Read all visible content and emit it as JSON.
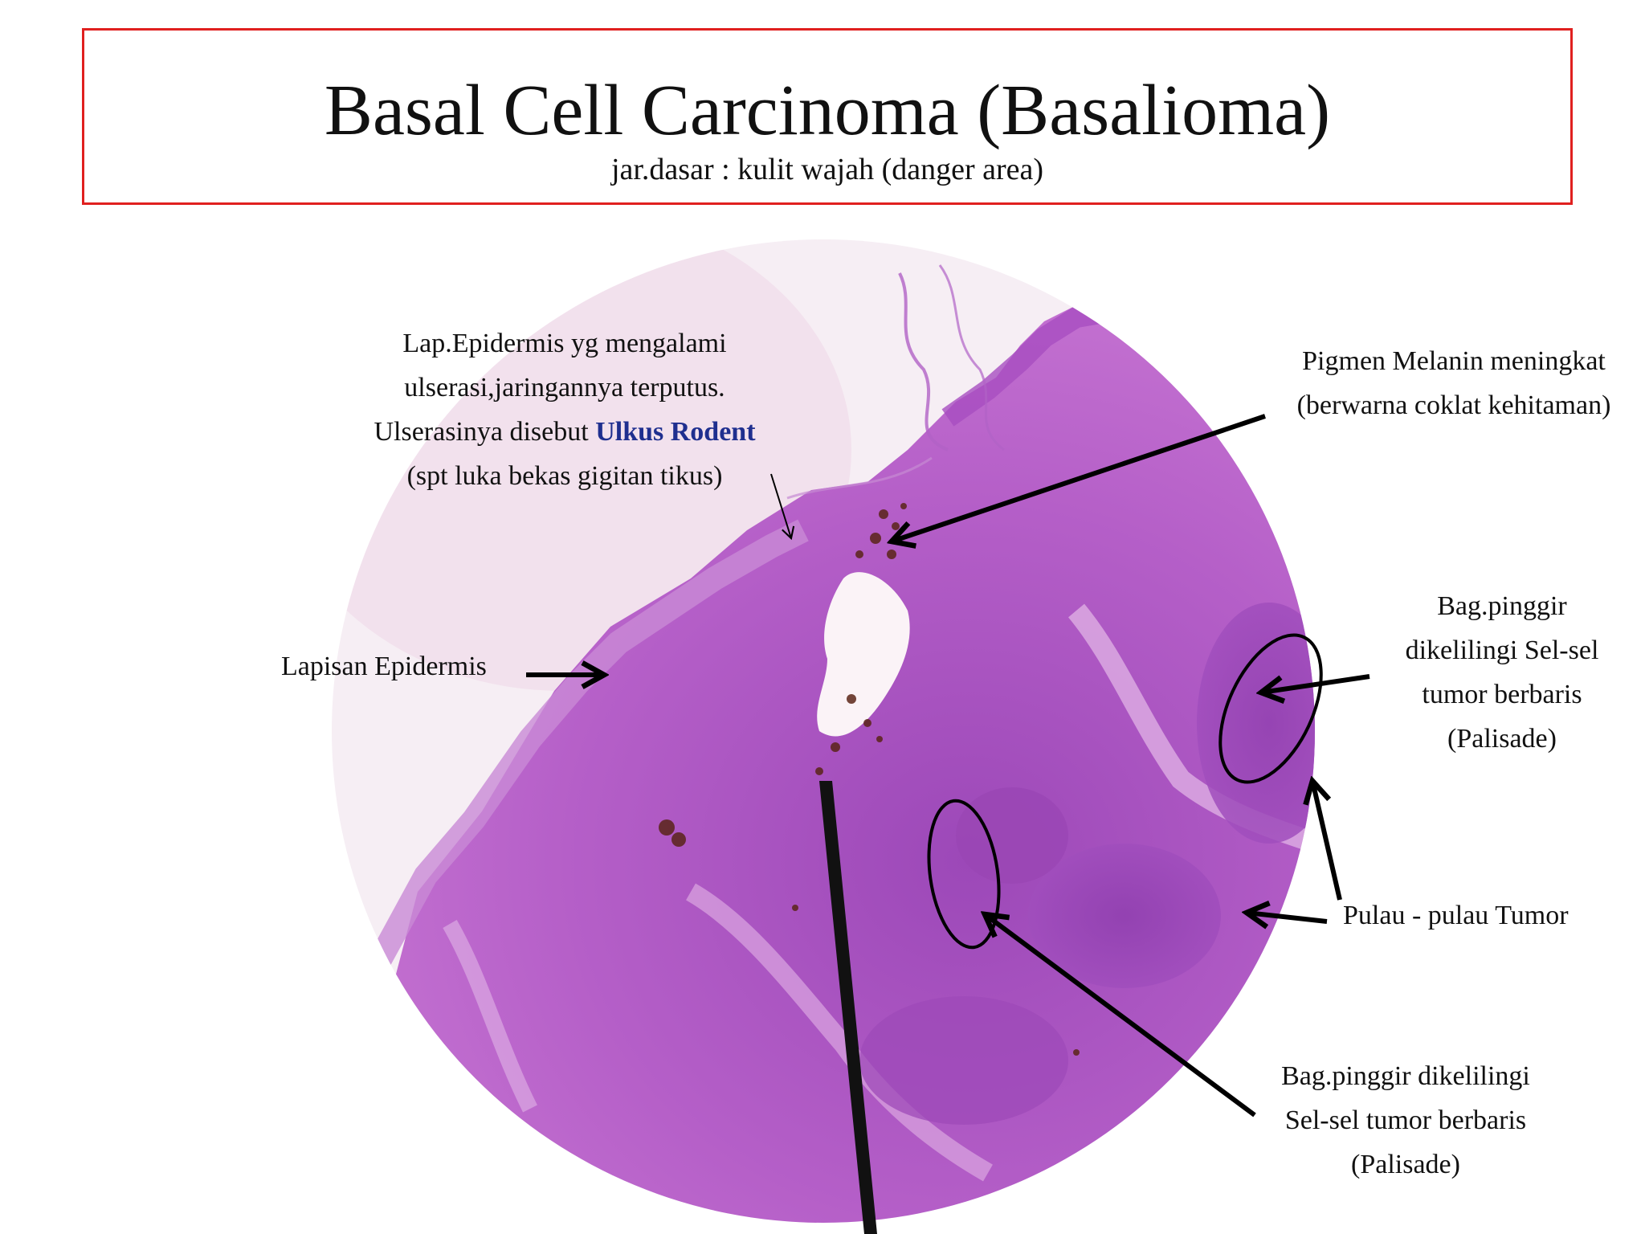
{
  "header": {
    "title": "Basal Cell Carcinoma (Basalioma)",
    "subtitle": "jar.dasar : kulit wajah (danger area)"
  },
  "colors": {
    "frame_border": "#e0201f",
    "highlight_text": "#1f2f8f",
    "tissue_light": "#d98bdc",
    "tissue_dark": "#8f3aa8"
  },
  "labels": {
    "ulceration": {
      "line1": "Lap.Epidermis yg mengalami",
      "line2": "ulserasi,jaringannya terputus.",
      "line3_prefix": "Ulserasinya disebut ",
      "line3_highlight": "Ulkus Rodent",
      "line4": "(spt luka bekas gigitan tikus)"
    },
    "melanin": {
      "line1": "Pigmen Melanin meningkat",
      "line2": "(berwarna coklat kehitaman)"
    },
    "epidermis": {
      "text": "Lapisan Epidermis"
    },
    "palisade_right": {
      "line1": "Bag.pinggir",
      "line2": "dikelilingi Sel-sel",
      "line3": "tumor berbaris",
      "line4": "(Palisade)"
    },
    "tumor_islands": {
      "text": "Pulau - pulau Tumor"
    },
    "palisade_bottom": {
      "line1": "Bag.pinggir dikelilingi",
      "line2": "Sel-sel tumor berbaris",
      "line3": "(Palisade)"
    }
  }
}
